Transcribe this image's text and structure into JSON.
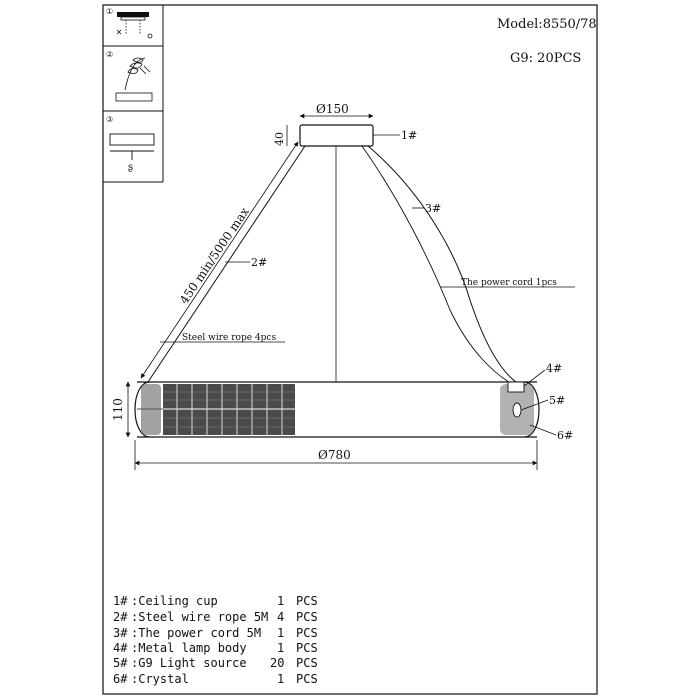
{
  "header": {
    "model": "Model:8550/78",
    "bulb": "G9: 20PCS"
  },
  "steps": [
    {
      "number": "①"
    },
    {
      "number": "②"
    },
    {
      "number": "③"
    }
  ],
  "dimensions": {
    "cup_diameter": "Ø150",
    "cup_height": "40",
    "rope_length": "450 min/5000 max",
    "ring_height": "110",
    "ring_diameter": "Ø780"
  },
  "callouts": {
    "ceiling_cup": "1#",
    "steel_wire": "2#",
    "power_cord": "3#",
    "lamp_body": "4#",
    "light_source": "5#",
    "crystal": "6#",
    "steel_wire_note": "Steel wire rope  4pcs",
    "power_cord_note": "The power cord  1pcs"
  },
  "parts": [
    {
      "id": "1#",
      "name": ":Ceiling cup",
      "qty": "1",
      "unit": "PCS"
    },
    {
      "id": "2#",
      "name": ":Steel wire rope 5M",
      "qty": "4",
      "unit": "PCS"
    },
    {
      "id": "3#",
      "name": ":The power cord 5M",
      "qty": "1",
      "unit": "PCS"
    },
    {
      "id": "4#",
      "name": ":Metal lamp body",
      "qty": "1",
      "unit": "PCS"
    },
    {
      "id": "5#",
      "name": ":G9 Light source",
      "qty": "20",
      "unit": "PCS"
    },
    {
      "id": "6#",
      "name": ":Crystal",
      "qty": "1",
      "unit": "PCS"
    }
  ]
}
